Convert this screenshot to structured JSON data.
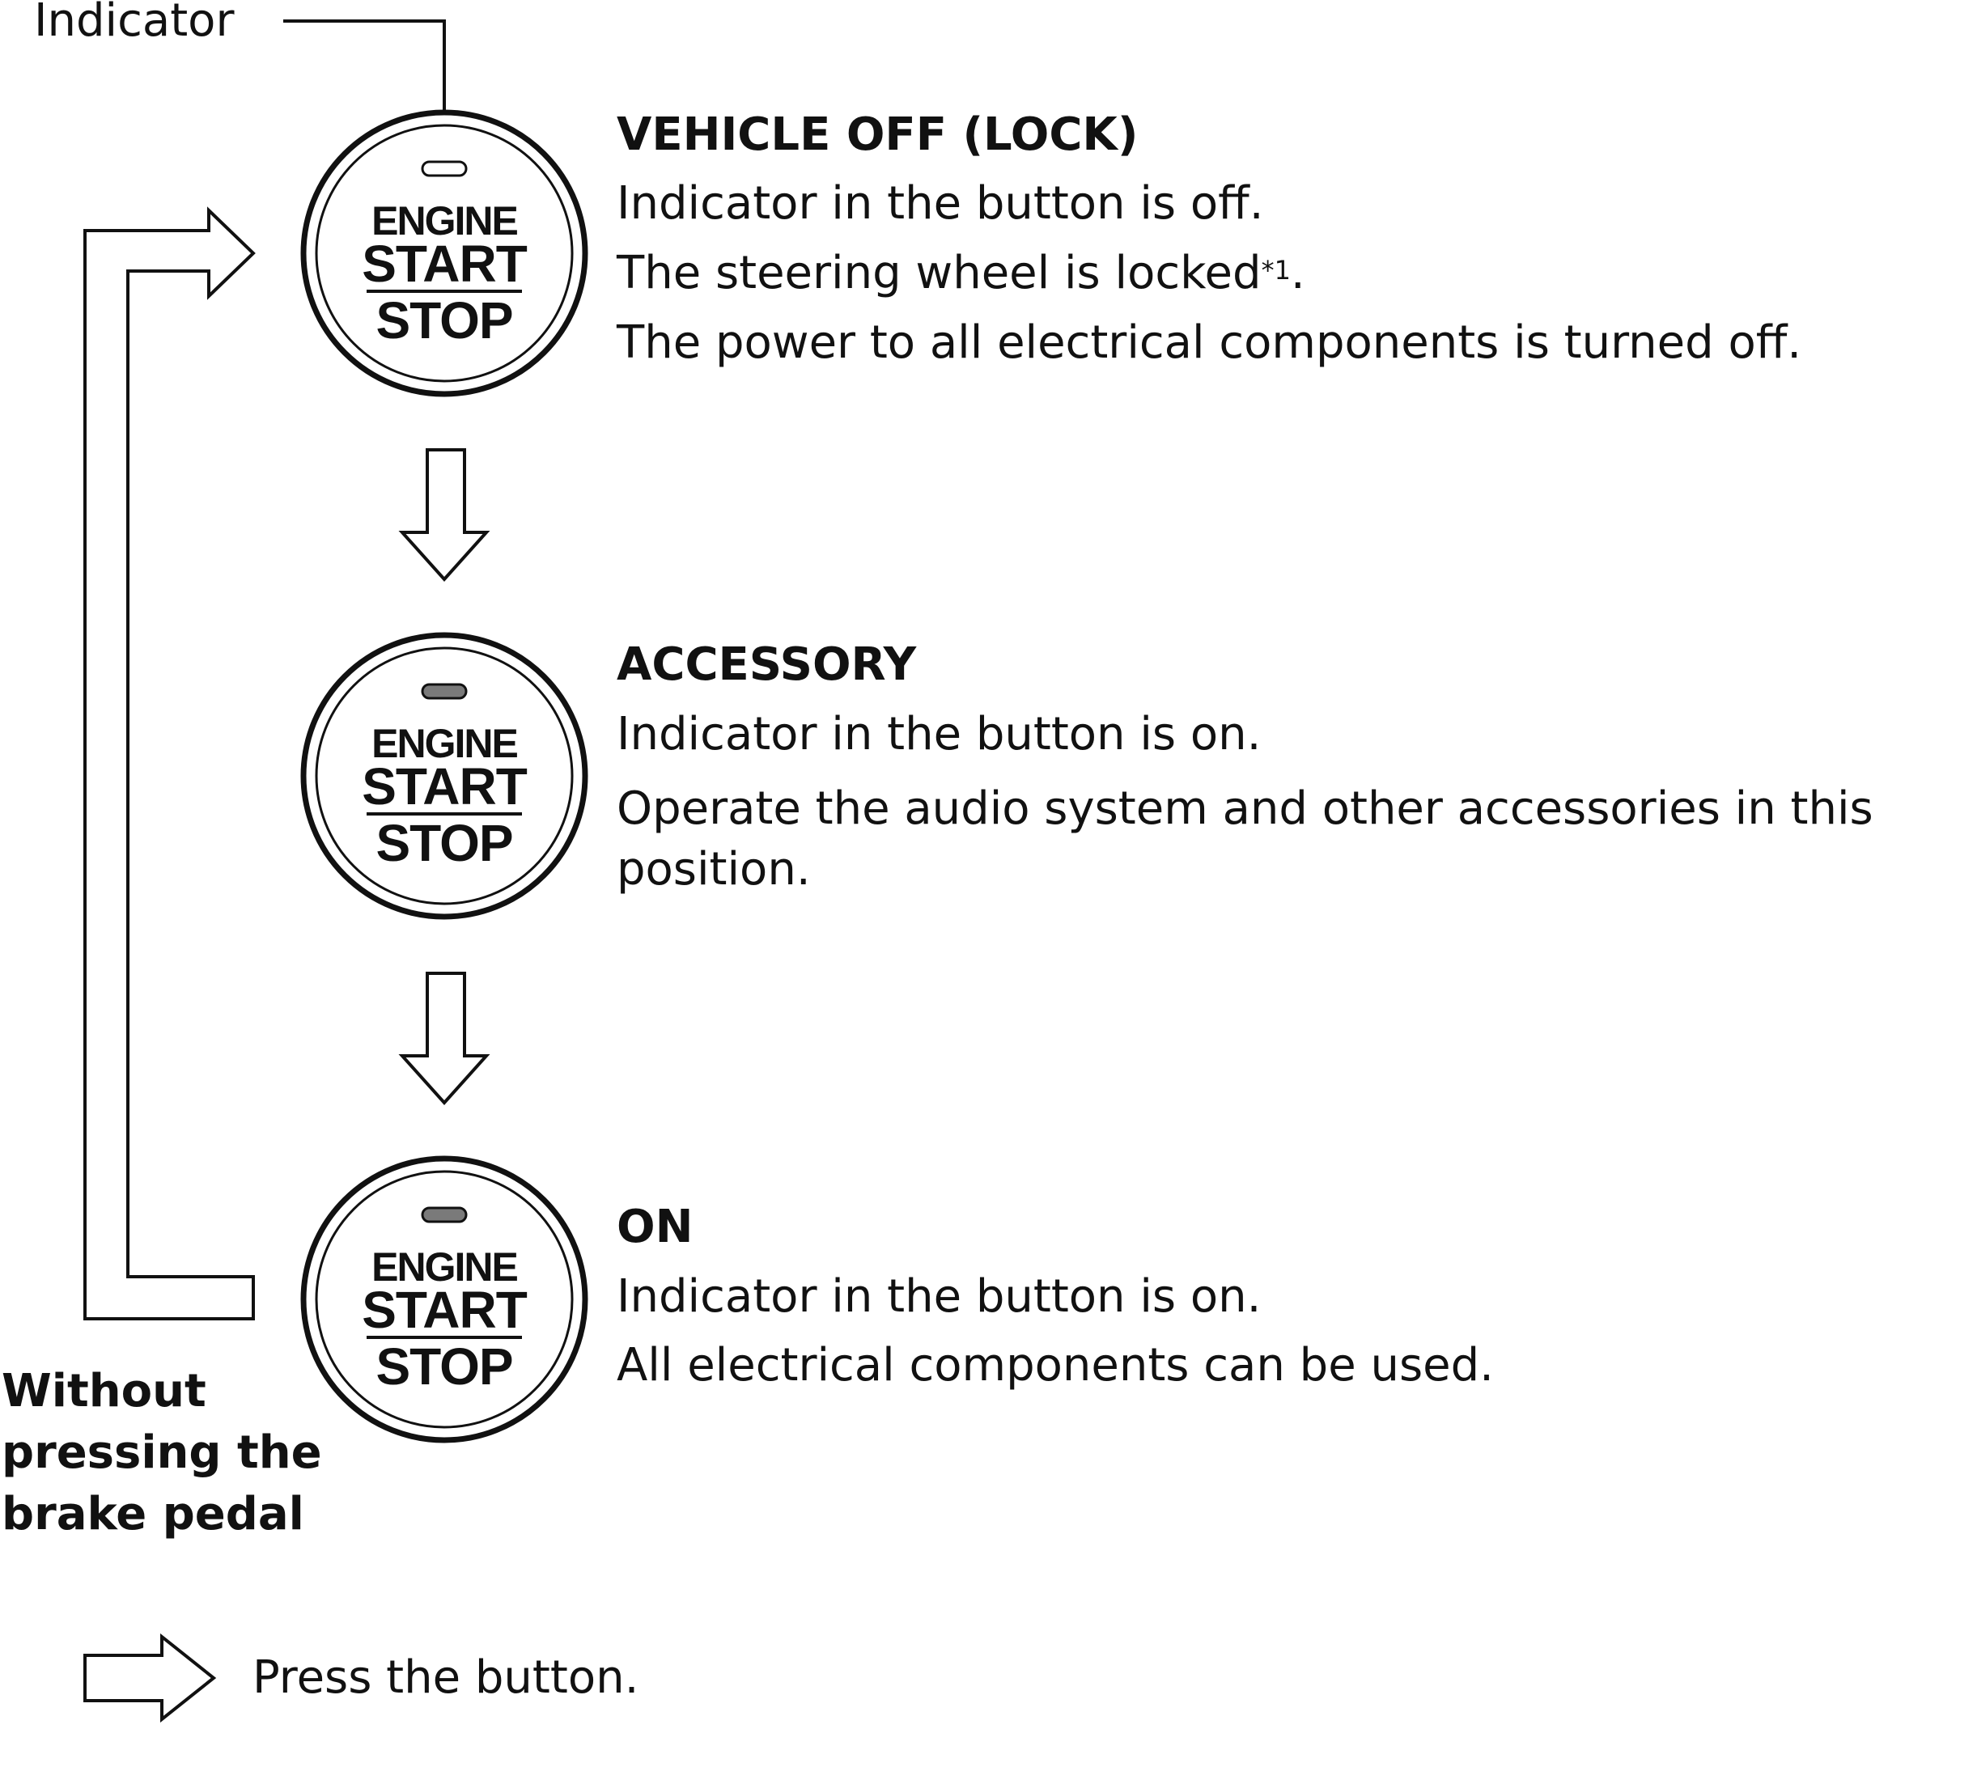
{
  "indicator_label": "Indicator",
  "buttons": [
    {
      "engine": "ENGINE",
      "start": "START",
      "stop": "STOP",
      "indicator_lit": false
    },
    {
      "engine": "ENGINE",
      "start": "START",
      "stop": "STOP",
      "indicator_lit": true
    },
    {
      "engine": "ENGINE",
      "start": "START",
      "stop": "STOP",
      "indicator_lit": true
    }
  ],
  "states": [
    {
      "title": "VEHICLE OFF (LOCK)",
      "line1": "Indicator in the button is off.",
      "line2_text": "The steering wheel is locked",
      "line2_sup": "*1",
      "line2_end": ".",
      "line3": "The power to all electrical components is turned off."
    },
    {
      "title": "ACCESSORY",
      "line1": "Indicator in the button is on.",
      "line2": "Operate the audio system and other accessories in this position."
    },
    {
      "title": "ON",
      "line1": "Indicator in the button is on.",
      "line2": "All electrical components can be used."
    }
  ],
  "loop_label": {
    "line1": "Without",
    "line2": "pressing the",
    "line3": "brake pedal"
  },
  "legend": {
    "text": "Press the button.",
    "box_color": "#d2d2d2"
  },
  "colors": {
    "ink": "#111111",
    "indicator_lit": "#7a7a7a",
    "background": "#ffffff"
  }
}
